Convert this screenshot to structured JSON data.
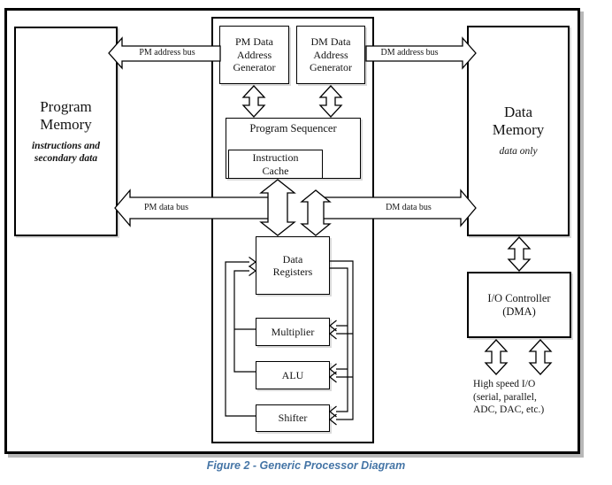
{
  "caption": {
    "text": "Figure 2 - Generic Processor Diagram",
    "color": "#4575A6"
  },
  "memories": {
    "program": {
      "title": "Program\nMemory",
      "note": "instructions and\nsecondary data"
    },
    "data": {
      "title": "Data\nMemory",
      "note": "data only"
    }
  },
  "generators": {
    "pm": {
      "label": "PM Data\nAddress\nGenerator"
    },
    "dm": {
      "label": "DM Data\nAddress\nGenerator"
    }
  },
  "sequencer": {
    "label": "Program Sequencer",
    "cache": "Instruction\nCache"
  },
  "datapath": {
    "registers": "Data\nRegisters",
    "multiplier": "Multiplier",
    "alu": "ALU",
    "shifter": "Shifter"
  },
  "io": {
    "controller": "I/O Controller\n(DMA)",
    "note": "High speed I/O\n(serial, parallel,\nADC, DAC, etc.)"
  },
  "buses": {
    "pm_address": "PM address bus",
    "dm_address": "DM address bus",
    "pm_data": "PM data bus",
    "dm_data": "DM data bus"
  },
  "colors": {
    "line": "#000000",
    "background": "#ffffff"
  }
}
